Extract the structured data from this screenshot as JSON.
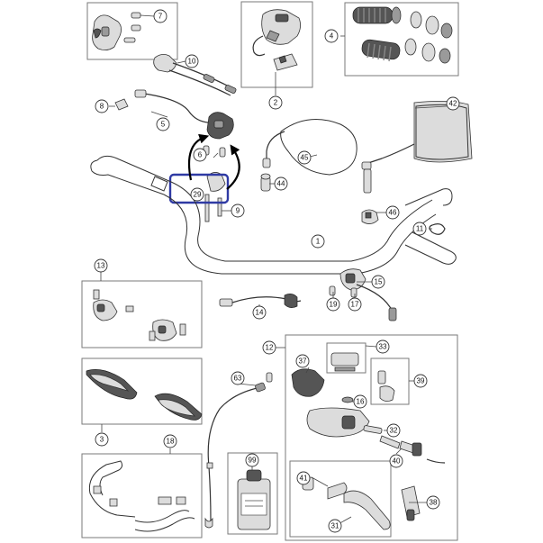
{
  "callouts": {
    "c1": "1",
    "c2": "2",
    "c3": "3",
    "c4": "4",
    "c5": "5",
    "c6": "6",
    "c7": "7",
    "c8": "8",
    "c9": "9",
    "c10": "10",
    "c11": "11",
    "c12": "12",
    "c13": "13",
    "c14": "14",
    "c15": "15",
    "c16": "16",
    "c17": "17",
    "c18": "18",
    "c19": "19",
    "c29": "29",
    "c31": "31",
    "c32": "32",
    "c33": "33",
    "c37": "37",
    "c38": "38",
    "c39": "39",
    "c40": "40",
    "c41": "41",
    "c42": "42",
    "c44": "44",
    "c45": "45",
    "c46": "46",
    "c63": "63",
    "c99": "99"
  },
  "colors": {
    "highlight": "#2f3aa4",
    "outline": "#333333",
    "frame": "#7a7a7a"
  }
}
